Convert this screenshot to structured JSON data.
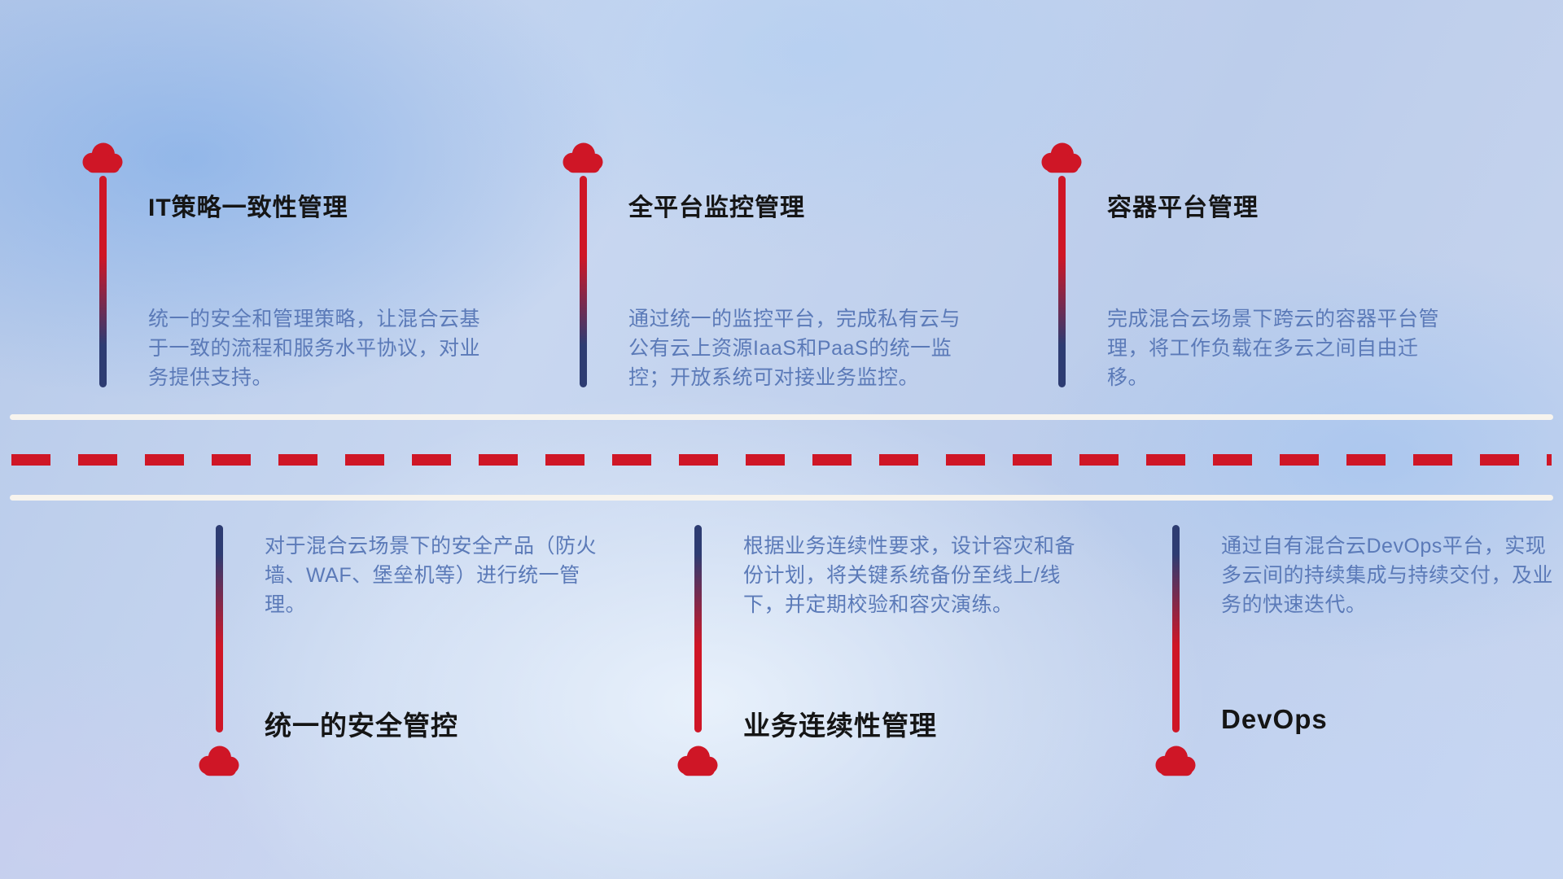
{
  "colors": {
    "red": "#cf1626",
    "navy": "#2d3c72",
    "desc": "#5b7ab8",
    "title": "#151515",
    "roadline": "#f7f4ee"
  },
  "icons": {
    "item_marker": "cloud-icon"
  },
  "top_items": [
    {
      "title": "IT策略一致性管理",
      "desc": "统一的安全和管理策略，让混合云基于一致的流程和服务水平协议，对业务提供支持。"
    },
    {
      "title": "全平台监控管理",
      "desc": "通过统一的监控平台，完成私有云与公有云上资源IaaS和PaaS的统一监控；开放系统可对接业务监控。"
    },
    {
      "title": "容器平台管理",
      "desc": "完成混合云场景下跨云的容器平台管理，将工作负载在多云之间自由迁移。"
    }
  ],
  "bottom_items": [
    {
      "title": "统一的安全管控",
      "desc": "对于混合云场景下的安全产品（防火墙、WAF、堡垒机等）进行统一管理。"
    },
    {
      "title": "业务连续性管理",
      "desc": "根据业务连续性要求，设计容灾和备份计划，将关键系统备份至线上/线下，并定期校验和容灾演练。"
    },
    {
      "title": "DevOps",
      "desc": "通过自有混合云DevOps平台，实现多云间的持续集成与持续交付，及业务的快速迭代。"
    }
  ]
}
